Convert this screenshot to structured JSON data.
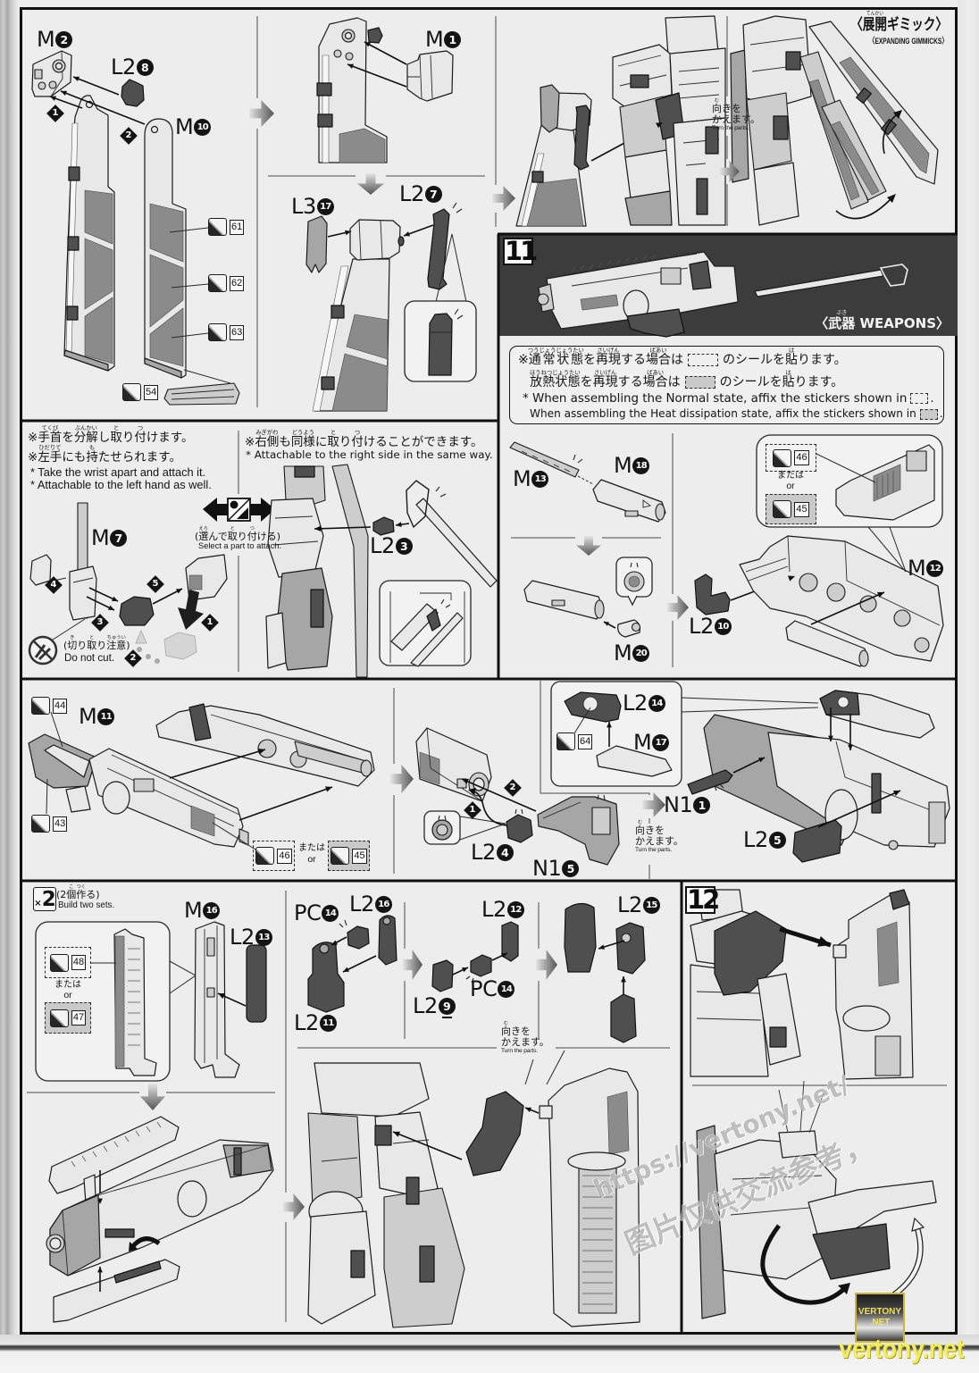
{
  "colors": {
    "paper": "#ededed",
    "frame": "#111111",
    "step_band": "#3c3c3c",
    "part_light": "#e8e8e8",
    "part_mid": "#a6a6a6",
    "part_dark": "#4f4f4f",
    "sticker_heat_fill": "#c9c9c9",
    "watermark_yellow": "#f1ec62"
  },
  "binder_assembly": {
    "labels": [
      {
        "runner": "M",
        "number": "2"
      },
      {
        "runner": "L2",
        "number": "8"
      },
      {
        "runner": "M",
        "number": "10"
      }
    ],
    "order_marks": [
      "1",
      "2"
    ],
    "stickers": [
      "61",
      "62",
      "63",
      "54"
    ]
  },
  "binder_attach": {
    "labels": [
      {
        "runner": "M",
        "number": "1"
      },
      {
        "runner": "L3",
        "number": "17"
      },
      {
        "runner": "L2",
        "number": "7"
      }
    ]
  },
  "binder_mount": {
    "turn_note": {
      "line1": [
        {
          "t": "向",
          "r": "む"
        },
        {
          "t": "きを"
        }
      ],
      "line2": "かえます。",
      "en": "Turn the parts."
    }
  },
  "expanding_gimmicks": {
    "title": [
      {
        "t": "〈"
      },
      {
        "t": "展開",
        "r": "てんかい"
      },
      {
        "t": "ギミック〉"
      }
    ],
    "subtitle": "〈EXPANDING GIMMICKS〉"
  },
  "step11": {
    "number": "11",
    "heading": [
      {
        "t": "〈"
      },
      {
        "t": "武器",
        "r": "ぶき"
      },
      {
        "t": " WEAPONS〉"
      }
    ],
    "sticker_note": {
      "jp_normal_before": [
        {
          "t": "※"
        },
        {
          "t": "通常状態",
          "r": "つうじょうじょうたい"
        },
        {
          "t": "を"
        },
        {
          "t": "再現",
          "r": "さいげん"
        },
        {
          "t": "する"
        },
        {
          "t": "場合",
          "r": "ばあい"
        },
        {
          "t": "は"
        }
      ],
      "jp_normal_after": [
        {
          "t": "のシールを"
        },
        {
          "t": "貼",
          "r": "は"
        },
        {
          "t": "ります。"
        }
      ],
      "jp_heat_before": [
        {
          "t": "放熱状態",
          "r": "ほうねつじょうたい"
        },
        {
          "t": "を"
        },
        {
          "t": "再現",
          "r": "さいげん"
        },
        {
          "t": "する"
        },
        {
          "t": "場合",
          "r": "ばあい"
        },
        {
          "t": "は"
        }
      ],
      "jp_heat_after": [
        {
          "t": "のシールを"
        },
        {
          "t": "貼",
          "r": "は"
        },
        {
          "t": "ります。"
        }
      ],
      "en_normal": "* When assembling the Normal state, affix the stickers shown in",
      "en_heat": "When assembling the Heat dissipation state, affix the stickers shown in",
      "en_end": "."
    },
    "labels": [
      {
        "runner": "M",
        "number": "13"
      },
      {
        "runner": "M",
        "number": "18"
      },
      {
        "runner": "M",
        "number": "20"
      },
      {
        "runner": "L2",
        "number": "10"
      },
      {
        "runner": "M",
        "number": "12"
      }
    ],
    "sticker_options": {
      "normal": "46",
      "or_jp": "または",
      "or_en": "or",
      "heat": "45"
    }
  },
  "wrist": {
    "notes": [
      [
        {
          "t": "※"
        },
        {
          "t": "手首",
          "r": "てくび"
        },
        {
          "t": "を"
        },
        {
          "t": "分解",
          "r": "ぶんかい"
        },
        {
          "t": "し"
        },
        {
          "t": "取",
          "r": "と"
        },
        {
          "t": "り"
        },
        {
          "t": "付",
          "r": "つ"
        },
        {
          "t": "けます。"
        }
      ],
      [
        {
          "t": "※"
        },
        {
          "t": "左手",
          "r": "ひだりて"
        },
        {
          "t": "にも"
        },
        {
          "t": "持",
          "r": "も"
        },
        {
          "t": "たせられます。"
        }
      ]
    ],
    "notes_en": [
      "* Take the wrist apart and attach it.",
      "* Attachable to the left hand as well."
    ],
    "label": {
      "runner": "M",
      "number": "7"
    },
    "order_marks": [
      "4",
      "5",
      "3",
      "1",
      "2"
    ],
    "caution": [
      {
        "t": "("
      },
      {
        "t": "切",
        "r": "き"
      },
      {
        "t": "り"
      },
      {
        "t": "取",
        "r": "と"
      },
      {
        "t": "り"
      },
      {
        "t": "注意",
        "r": "ちゅうい"
      },
      {
        "t": ")"
      }
    ],
    "caution_en": "Do not cut.",
    "selector": [
      {
        "t": "("
      },
      {
        "t": "選",
        "r": "えら"
      },
      {
        "t": "んで"
      },
      {
        "t": "取",
        "r": "と"
      },
      {
        "t": "り"
      },
      {
        "t": "付",
        "r": "つ"
      },
      {
        "t": "ける)"
      }
    ],
    "selector_en": "Select a part to attach."
  },
  "saber_mount": {
    "note": [
      {
        "t": "※"
      },
      {
        "t": "右側",
        "r": "みぎがわ"
      },
      {
        "t": "も"
      },
      {
        "t": "同様",
        "r": "どうよう"
      },
      {
        "t": "に"
      },
      {
        "t": "取",
        "r": "と"
      },
      {
        "t": "り"
      },
      {
        "t": "付",
        "r": "つ"
      },
      {
        "t": "けることができます。"
      }
    ],
    "note_en": "* Attachable to the right side in the same way.",
    "label": {
      "runner": "L2",
      "number": "3"
    }
  },
  "rifle_assembly": {
    "stickers": [
      "44",
      "43"
    ],
    "sticker_options": {
      "normal": "46",
      "or_jp": "または",
      "or_en": "or",
      "heat": "45"
    },
    "labels": [
      {
        "runner": "M",
        "number": "11"
      },
      {
        "runner": "L2",
        "number": "4"
      },
      {
        "runner": "N1",
        "number": "5"
      },
      {
        "runner": "L2",
        "number": "14"
      },
      {
        "runner": "M",
        "number": "17"
      },
      {
        "runner": "N1",
        "number": "1"
      },
      {
        "runner": "L2",
        "number": "5"
      }
    ],
    "order_marks": [
      "2",
      "1"
    ],
    "inset_sticker": "64",
    "turn_note": {
      "line1": [
        {
          "t": "向",
          "r": "む"
        },
        {
          "t": "きを"
        }
      ],
      "line2": "かえます。",
      "en": "Turn the parts."
    }
  },
  "magazine": {
    "build_count": {
      "symbol": "×",
      "count": "2",
      "jp": [
        {
          "t": "(2"
        },
        {
          "t": "個",
          "r": "こ"
        },
        {
          "t": "作",
          "r": "つく"
        },
        {
          "t": "る)"
        }
      ],
      "en": "Build two sets."
    },
    "sticker_options": {
      "normal": "48",
      "or_jp": "または",
      "or_en": "or",
      "heat": "47"
    },
    "labels": [
      {
        "runner": "M",
        "number": "16"
      },
      {
        "runner": "L2",
        "number": "13"
      }
    ]
  },
  "arm_assembly": {
    "labels": [
      {
        "runner": "PC",
        "number": "14"
      },
      {
        "runner": "L2",
        "number": "16"
      },
      {
        "runner": "L2",
        "number": "11"
      },
      {
        "runner": "L2",
        "number": "9"
      },
      {
        "runner": "PC",
        "number": "14"
      },
      {
        "runner": "L2",
        "number": "12"
      },
      {
        "runner": "L2",
        "number": "15"
      }
    ],
    "turn_note": {
      "line1": [
        {
          "t": "向",
          "r": "む"
        },
        {
          "t": "きを"
        }
      ],
      "line2": "かえます。",
      "en": "Turn the parts."
    }
  },
  "step12": {
    "number": "12"
  },
  "watermark": {
    "url": "https://vertony.net/",
    "caption": "图片仅供交流参考，",
    "badge_top": "VERTONY",
    "badge_bottom": ".NET",
    "footer": "vertony.net"
  }
}
